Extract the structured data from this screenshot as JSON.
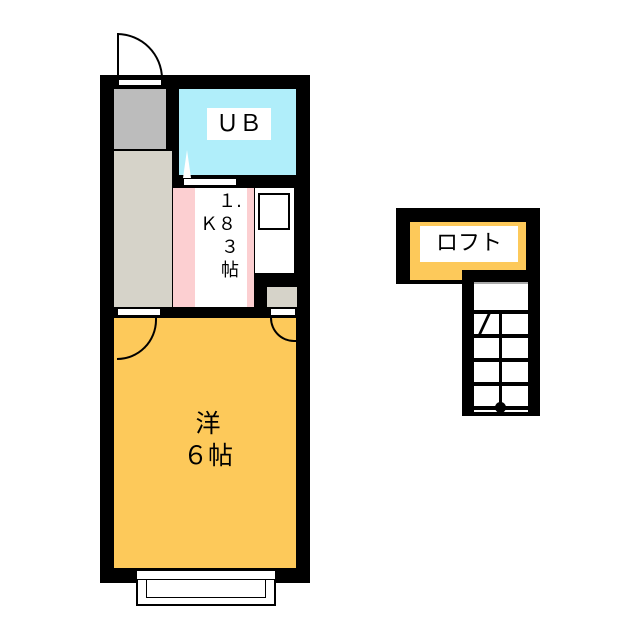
{
  "rooms": {
    "unit_bath": {
      "label": "ＵＢ",
      "color": "#b0eefa"
    },
    "kitchen": {
      "label_line1": "１.",
      "label_line2": "Ｋ８",
      "label_line3": "３",
      "label_line4": "帖",
      "color": "#fccfd1"
    },
    "western": {
      "label_line1": "洋",
      "label_line2": "６帖",
      "color": "#fdc95a"
    },
    "loft": {
      "label": "ロフト",
      "color": "#fdc95a"
    },
    "corridor": {
      "color": "#d6d3c9"
    },
    "shoe_box": {
      "color": "#bcbcbc"
    }
  }
}
